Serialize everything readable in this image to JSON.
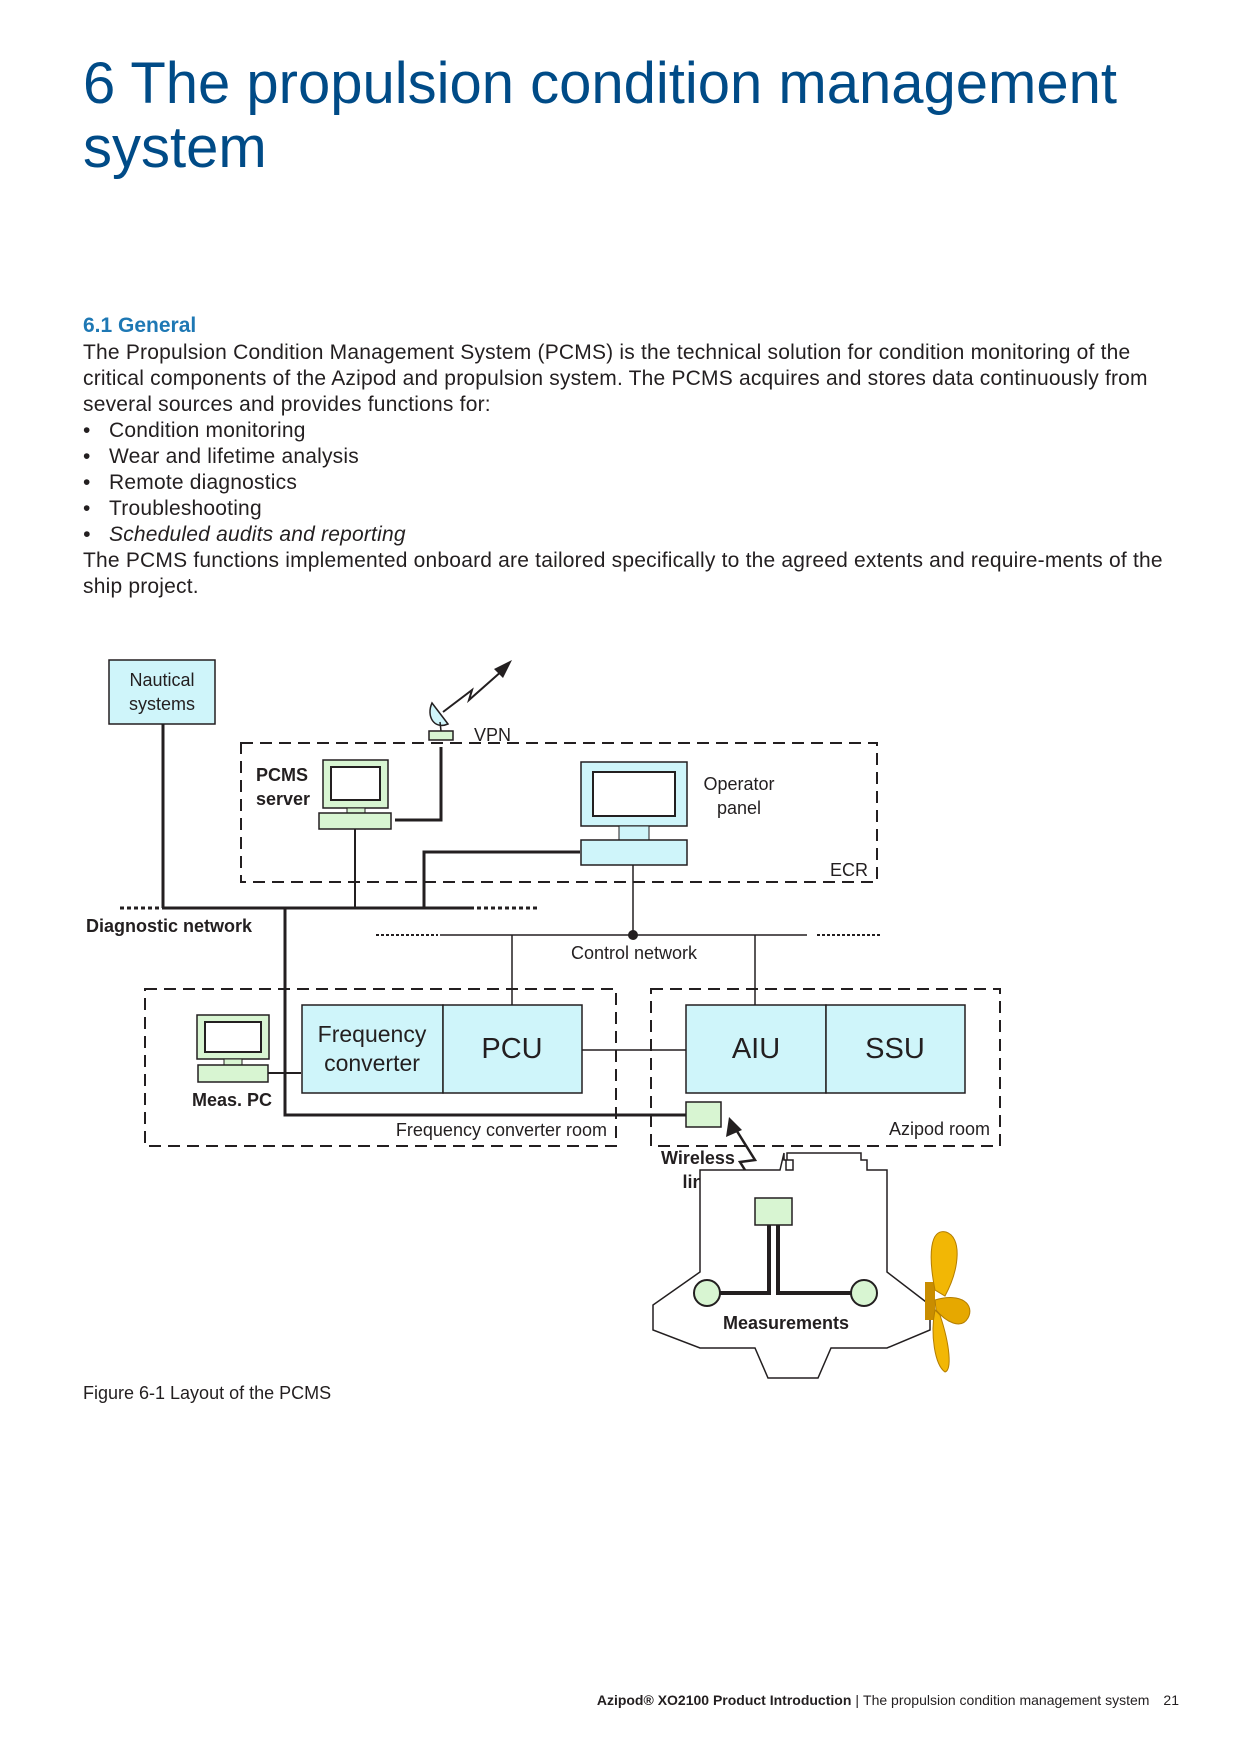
{
  "chapter_title": "6 The propulsion condition management system",
  "section": {
    "heading": "6.1 General",
    "intro": "The Propulsion Condition Management System (PCMS) is the technical solution for condition monitoring of the critical components of the Azipod and propulsion system. The PCMS acquires and stores data continuously from several sources and provides functions for:",
    "bullets": [
      "Condition monitoring",
      "Wear and lifetime analysis",
      "Remote diagnostics",
      "Troubleshooting",
      "Scheduled audits and reporting"
    ],
    "closing": "The PCMS functions implemented onboard are tailored specifically to the agreed extents and require-ments of the ship project."
  },
  "diagram": {
    "nautical_systems": [
      "Nautical",
      "systems"
    ],
    "vpn": "VPN",
    "pcms_server": [
      "PCMS",
      "server"
    ],
    "operator_panel": [
      "Operator",
      "panel"
    ],
    "ecr": "ECR",
    "diagnostic_network": "Diagnostic network",
    "control_network": "Control network",
    "frequency_converter": [
      "Frequency",
      "converter"
    ],
    "pcu": "PCU",
    "aiu": "AIU",
    "ssu": "SSU",
    "meas_pc": "Meas. PC",
    "frequency_converter_room": "Frequency converter room",
    "azipod_room": "Azipod room",
    "wireless_link": [
      "Wireless",
      "link"
    ],
    "measurements": "Measurements",
    "colors": {
      "box_fill": "#cff5fa",
      "device_fill": "#d8f5d2",
      "propeller": "#f2b705"
    }
  },
  "figure_caption": "Figure 6-1 Layout of the PCMS",
  "footer": {
    "doc_title": "Azipod® XO2100 Product Introduction",
    "separator": "|",
    "section": "The propulsion condition management system",
    "page_number": "21"
  }
}
